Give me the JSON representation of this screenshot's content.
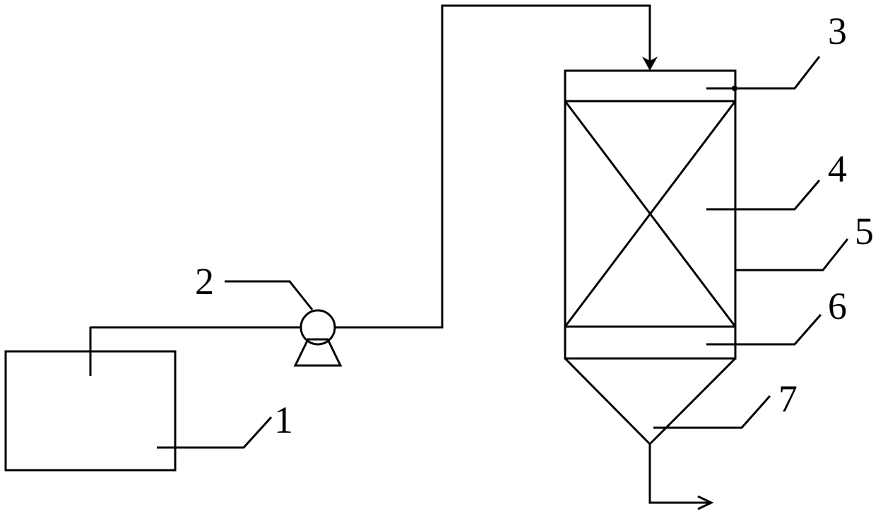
{
  "labels": {
    "tank": "1",
    "pump": "2",
    "top_zone": "3",
    "packing": "4",
    "column_wall": "5",
    "bottom_zone": "6",
    "cone": "7"
  }
}
